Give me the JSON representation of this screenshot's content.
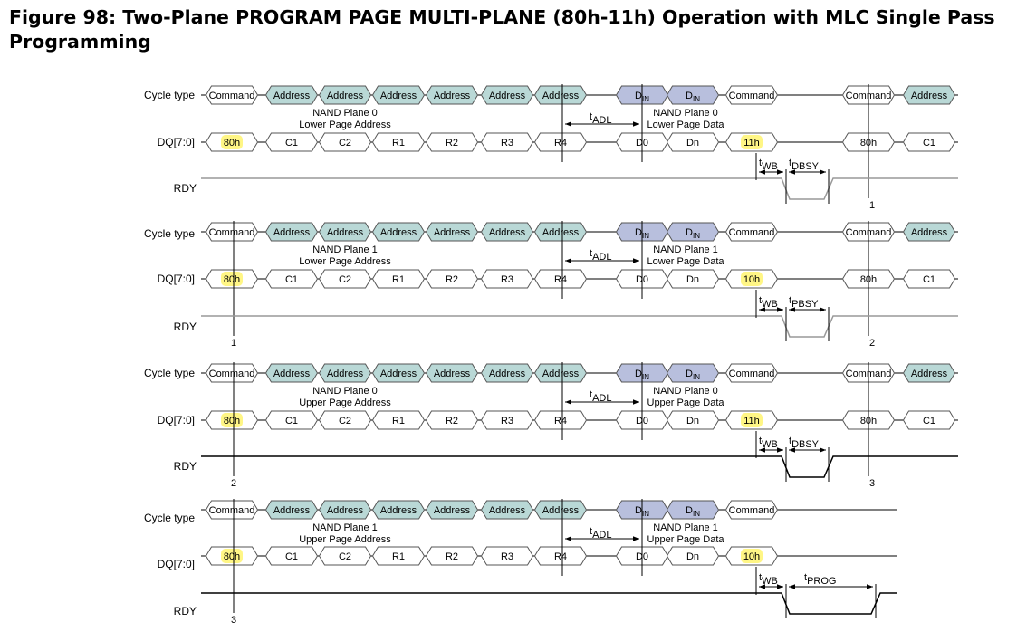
{
  "figure": {
    "title": "Figure 98: Two-Plane PROGRAM PAGE MULTI-PLANE (80h-11h) Operation with MLC Single Pass Programming"
  },
  "signal_labels": {
    "cycle_type": "Cycle type",
    "dq": "DQ[7:0]",
    "rdy": "RDY"
  },
  "colors": {
    "address_fill": "#b9d8d6",
    "din_fill": "#b8bfdd",
    "command_fill": "#ffffff",
    "highlight": "#fff685",
    "outline": "#555555",
    "rdy_line": "#999999"
  },
  "cycle_type_labels": {
    "command": "Command",
    "address": "Address",
    "din_main": "D",
    "din_sub": "IN"
  },
  "timing_labels": {
    "t_prefix": "t",
    "adl": "ADL",
    "wb": "WB",
    "dbsy": "DBSY",
    "pbsy": "PBSY",
    "prog": "PROG"
  },
  "rows": [
    {
      "address_note": [
        "NAND Plane 0",
        "Lower Page Address"
      ],
      "data_note": [
        "NAND Plane 0",
        "Lower Page Data"
      ],
      "dq": [
        "80h",
        "C1",
        "C2",
        "R1",
        "R2",
        "R3",
        "R4",
        "D0",
        "Dn",
        "11h"
      ],
      "confirm_highlighted": true,
      "busy_label": "DBSY",
      "continuation": {
        "cycles": [
          "Command",
          "Address"
        ],
        "dq": [
          "80h",
          "C1"
        ]
      },
      "start_marker": "",
      "end_marker": "1"
    },
    {
      "address_note": [
        "NAND Plane 1",
        "Lower Page Address"
      ],
      "data_note": [
        "NAND Plane 1",
        "Lower Page Data"
      ],
      "dq": [
        "80h",
        "C1",
        "C2",
        "R1",
        "R2",
        "R3",
        "R4",
        "D0",
        "Dn",
        "10h"
      ],
      "confirm_highlighted": true,
      "busy_label": "PBSY",
      "continuation": {
        "cycles": [
          "Command",
          "Address"
        ],
        "dq": [
          "80h",
          "C1"
        ]
      },
      "start_marker": "1",
      "end_marker": "2"
    },
    {
      "address_note": [
        "NAND Plane 0",
        "Upper Page Address"
      ],
      "data_note": [
        "NAND Plane 0",
        "Upper Page Data"
      ],
      "dq": [
        "80h",
        "C1",
        "C2",
        "R1",
        "R2",
        "R3",
        "R4",
        "D0",
        "Dn",
        "11h"
      ],
      "confirm_highlighted": true,
      "busy_label": "DBSY",
      "continuation": {
        "cycles": [
          "Command",
          "Address"
        ],
        "dq": [
          "80h",
          "C1"
        ]
      },
      "start_marker": "2",
      "end_marker": "3"
    },
    {
      "address_note": [
        "NAND Plane 1",
        "Upper Page Address"
      ],
      "data_note": [
        "NAND Plane 1",
        "Upper Page Data"
      ],
      "dq": [
        "80h",
        "C1",
        "C2",
        "R1",
        "R2",
        "R3",
        "R4",
        "D0",
        "Dn",
        "10h"
      ],
      "confirm_highlighted": true,
      "busy_label": "PROG",
      "continuation": null,
      "start_marker": "3",
      "end_marker": ""
    }
  ]
}
